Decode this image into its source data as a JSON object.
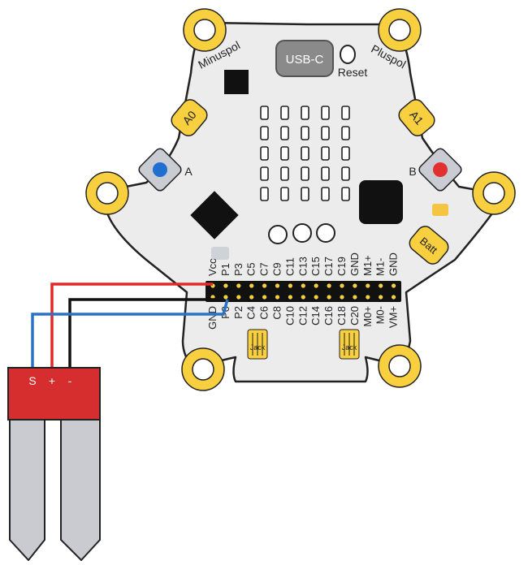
{
  "board": {
    "usb_label": "USB-C",
    "reset_label": "Reset",
    "minus_label": "Minuspol",
    "plus_label": "Pluspol",
    "a0_label": "A0",
    "a1_label": "A1",
    "button_a_label": "A",
    "button_b_label": "B",
    "batt_label": "Batt",
    "jack_left_label": "Jack",
    "jack_right_label": "Jack",
    "top_pins": [
      "Vcc",
      "P1",
      "P3",
      "C5",
      "C7",
      "C9",
      "C11",
      "C13",
      "C15",
      "C17",
      "C19",
      "GND",
      "M1+",
      "M1-",
      "GND"
    ],
    "bottom_pins": [
      "GND",
      "P0",
      "P2",
      "C4",
      "C6",
      "C8",
      "C10",
      "C12",
      "C14",
      "C16",
      "C18",
      "C20",
      "M0+",
      "M0-",
      "VM+"
    ]
  },
  "sensor": {
    "pin_s": "S",
    "pin_plus": "+",
    "pin_minus": "-"
  },
  "colors": {
    "board": "#ececec",
    "outline": "#222222",
    "gold_ring": "#f7cf3f",
    "usb": "#8a8a8a",
    "button_a_led": "#1e6fd0",
    "button_b_led": "#e23030",
    "status_led": "#f5c542",
    "sensor_body": "#d62e2e",
    "probe": "#c9cbd0",
    "wire_vcc": "#e02a2a",
    "wire_gnd": "#111111",
    "wire_signal": "#2a72c7"
  }
}
